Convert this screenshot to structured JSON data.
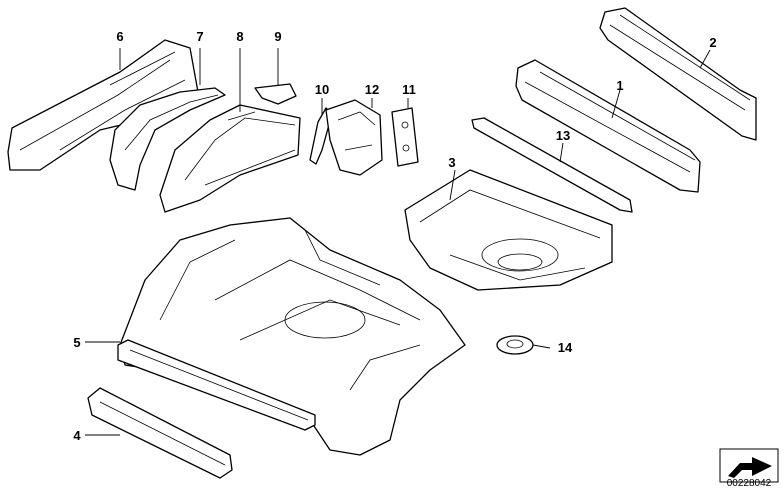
{
  "callouts": [
    "1",
    "2",
    "3",
    "4",
    "5",
    "6",
    "7",
    "8",
    "9",
    "10",
    "11",
    "12",
    "13",
    "14"
  ],
  "reference_number": "00228042"
}
